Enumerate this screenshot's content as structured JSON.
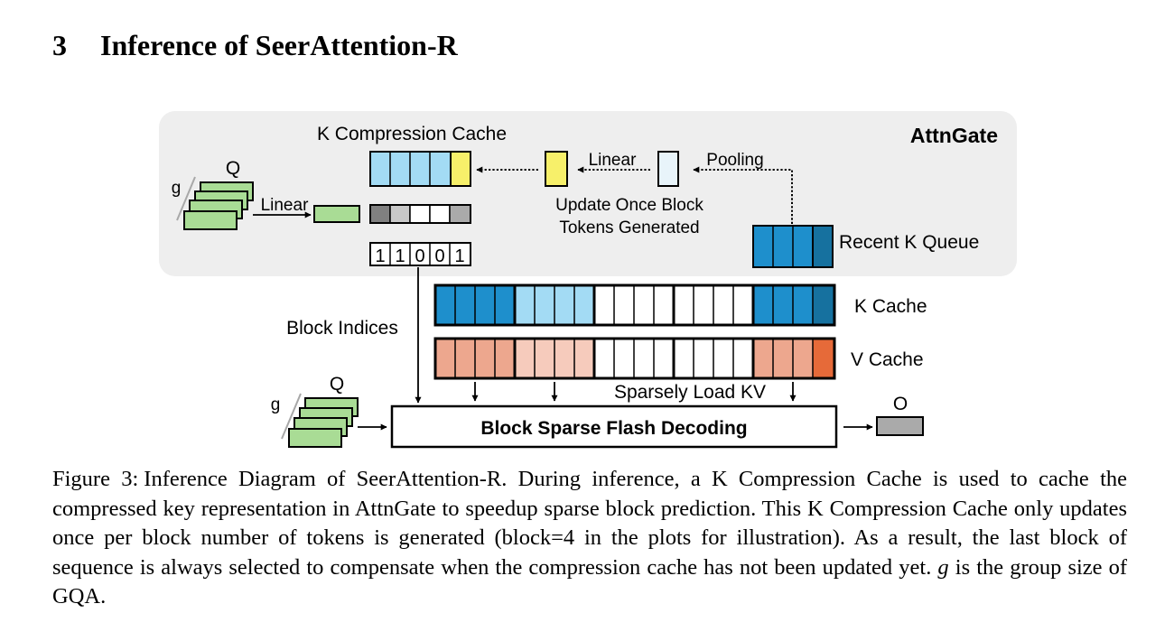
{
  "section": {
    "number": "3",
    "title": "Inference of SeerAttention-R"
  },
  "figure": {
    "attngate_title": "AttnGate",
    "k_compression_cache_label": "K Compression Cache",
    "q_label_top": "Q",
    "g_label_top": "g",
    "linear_label_left": "Linear",
    "linear_label_mid": "Linear",
    "pooling_label": "Pooling",
    "update_note_line1": "Update Once Block",
    "update_note_line2": "Tokens Generated",
    "recent_k_queue_label": "Recent K Queue",
    "block_index_bits": [
      "1",
      "1",
      "0",
      "0",
      "1"
    ],
    "block_indices_label": "Block Indices",
    "k_cache_label": "K Cache",
    "v_cache_label": "V Cache",
    "sparsely_load_label": "Sparsely Load KV",
    "q_label_bottom": "Q",
    "g_label_bottom": "g",
    "decoding_box_label": "Block Sparse Flash Decoding",
    "output_label": "O",
    "colors": {
      "panel_bg": "#eeeeee",
      "q_green": "#a9dc95",
      "k_blue_dark": "#1e8fcc",
      "k_blue_light": "#a3dbf4",
      "k_blue_end": "#16719f",
      "v_orange": "#eda78e",
      "v_orange_light": "#f6cbbc",
      "v_orange_end": "#e66a39",
      "highlight_yellow": "#f7f06a",
      "gray_dark": "#808080",
      "gray_mid": "#aaaaaa",
      "gray_light": "#c8c8c8"
    }
  },
  "caption": {
    "label": "Figure 3:",
    "text_before_g": "Inference Diagram of SeerAttention-R. During inference, a K Compression Cache is used to cache the compressed key representation in AttnGate to speedup sparse block prediction. This K Compression Cache only updates once per block number of tokens is generated (block=4 in the plots for illustration). As a result, the last block of sequence is always selected to compensate when the compression cache has not been updated yet.",
    "g_symbol": "g",
    "text_after_g": "is the group size of GQA."
  }
}
